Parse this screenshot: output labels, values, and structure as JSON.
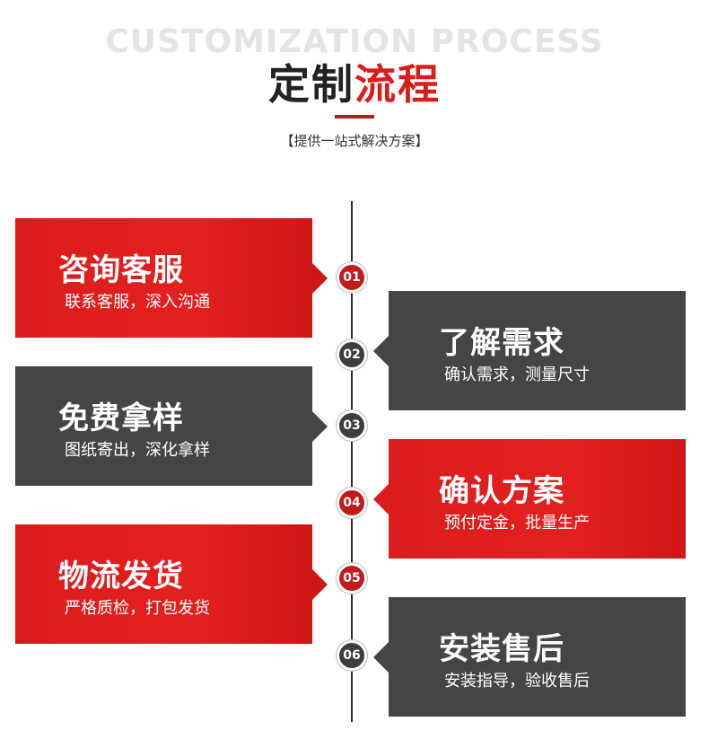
{
  "header": {
    "bg_text": "CUSTOMIZATION PROCESS",
    "title_main": "定制",
    "title_accent": "流程",
    "subtitle": "【提供一站式解决方案】"
  },
  "colors": {
    "accent": "#d81d1d",
    "dark": "#454545"
  },
  "steps": [
    {
      "num": "01",
      "title": "咨询客服",
      "desc": "联系客服，深入沟通"
    },
    {
      "num": "02",
      "title": "了解需求",
      "desc": "确认需求，测量尺寸"
    },
    {
      "num": "03",
      "title": "免费拿样",
      "desc": "图纸寄出，深化拿样"
    },
    {
      "num": "04",
      "title": "确认方案",
      "desc": "预付定金，批量生产"
    },
    {
      "num": "05",
      "title": "物流发货",
      "desc": "严格质检，打包发货"
    },
    {
      "num": "06",
      "title": "安装售后",
      "desc": "安装指导，验收售后"
    }
  ]
}
